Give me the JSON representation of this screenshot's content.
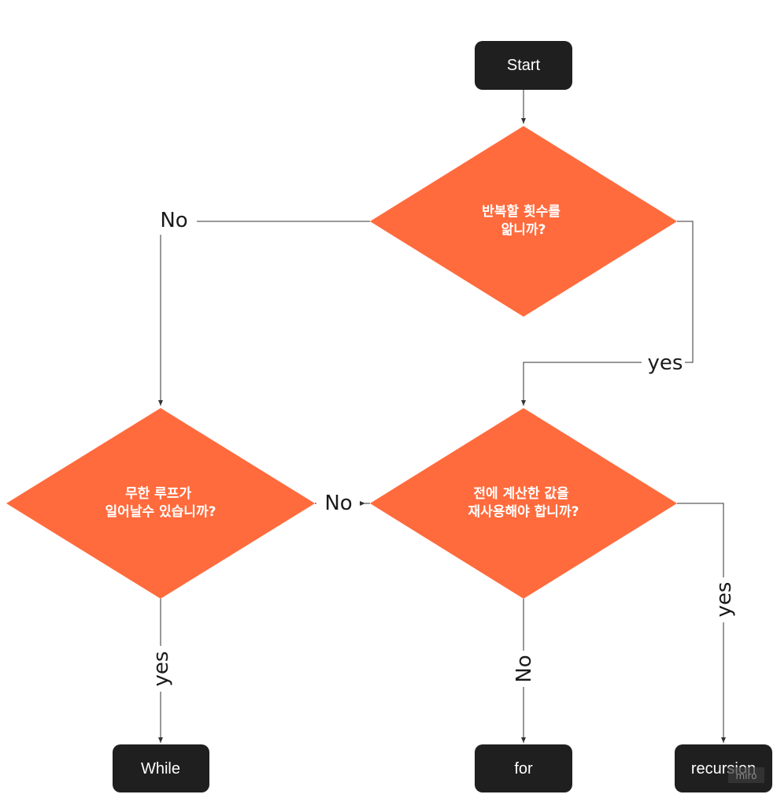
{
  "colors": {
    "terminal_fill": "#1f1f1f",
    "decision_fill": "#ff6b3d",
    "line": "#333333",
    "label": "#1a1a1a"
  },
  "nodes": {
    "start": "Start",
    "decision_count": [
      "반복할 횟수를",
      "앎니까?"
    ],
    "decision_infinite": [
      "무한 루프가",
      "일어날수 있습니까?"
    ],
    "decision_reuse": [
      "전에 계산한 값을",
      "재사용해야 합니까?"
    ],
    "end_while": "While",
    "end_for": "for",
    "end_recursion": "recursion"
  },
  "edge_labels": {
    "count_no": "No",
    "count_yes": "yes",
    "reuse_no_left": "No",
    "infinite_yes": "yes",
    "reuse_no_down": "No",
    "reuse_yes": "yes"
  },
  "watermark": "miro"
}
